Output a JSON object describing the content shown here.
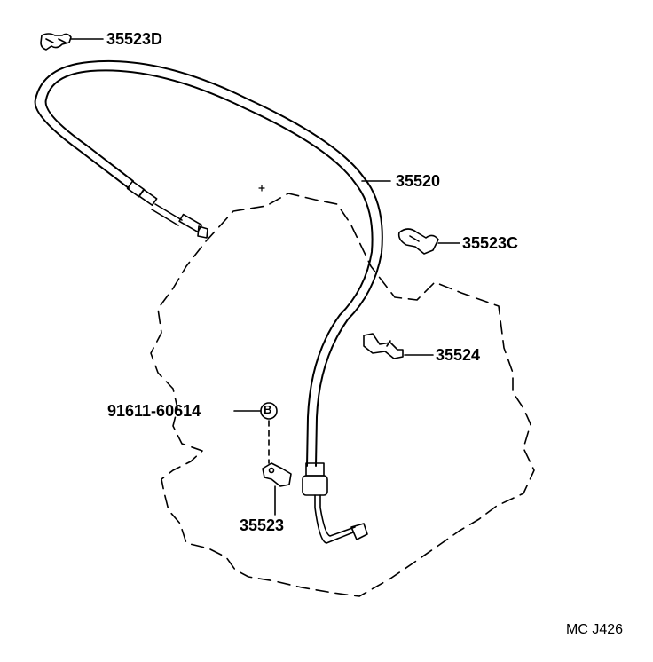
{
  "labels": {
    "clamp_d": "35523D",
    "cable": "35520",
    "clamp_c": "35523C",
    "bracket": "35524",
    "bolt": "91611-60614",
    "bolt_marker": "B",
    "clamp": "35523",
    "diagram_code": "MC J426"
  },
  "colors": {
    "ink": "#000000",
    "paper": "#ffffff"
  }
}
